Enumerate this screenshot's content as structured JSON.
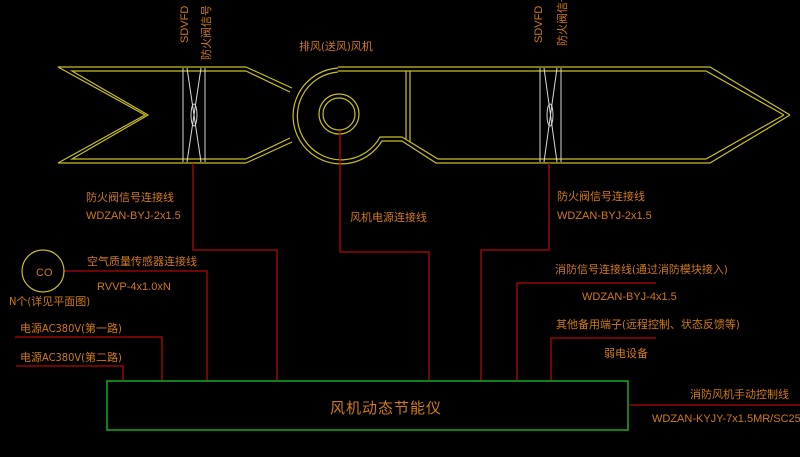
{
  "drawing": {
    "background": "#000000",
    "colors": {
      "duct": "#c8c020",
      "damper": "#d8d8d8",
      "wire": "#b00808",
      "controller_box": "#1aa01a",
      "text": "#d07a1a"
    }
  },
  "dampers": {
    "left": {
      "code": "SDVFD",
      "name": "防火阀信号",
      "icon": "fire-damper-icon"
    },
    "right": {
      "code": "SDVFD",
      "name": "防火阀信号",
      "icon": "fire-damper-icon"
    }
  },
  "fan": {
    "label": "排风(送风)风机",
    "icon": "centrifugal-fan-icon"
  },
  "labels": {
    "left_damper_cable_title": "防火阀信号连接线",
    "left_damper_cable_spec": "WDZAN-BYJ-2x1.5",
    "right_damper_cable_title": "防火阀信号连接线",
    "right_damper_cable_spec": "WDZAN-BYJ-2x1.5",
    "fan_power_cable": "风机电源连接线",
    "co_sensor": "CO",
    "co_sensor_note": "N个(详见平面图)",
    "air_quality_cable_title": "空气质量传感器连接线",
    "air_quality_cable_spec": "RVVP-4x1.0xN",
    "power_1": "电源AC380V(第一路)",
    "power_2": "电源AC380V(第二路)",
    "fire_signal_title": "消防信号连接线(通过消防模块接入)",
    "fire_signal_spec": "WDZAN-BYJ-4x1.5",
    "spare_terminal_title": "其他备用端子(远程控制、状态反馈等)",
    "weak_current_device": "弱电设备",
    "manual_control_title": "消防风机手动控制线",
    "manual_control_spec": "WDZAN-KYJY-7x1.5MR/SC25"
  },
  "controller": {
    "label": "风机动态节能仪"
  }
}
